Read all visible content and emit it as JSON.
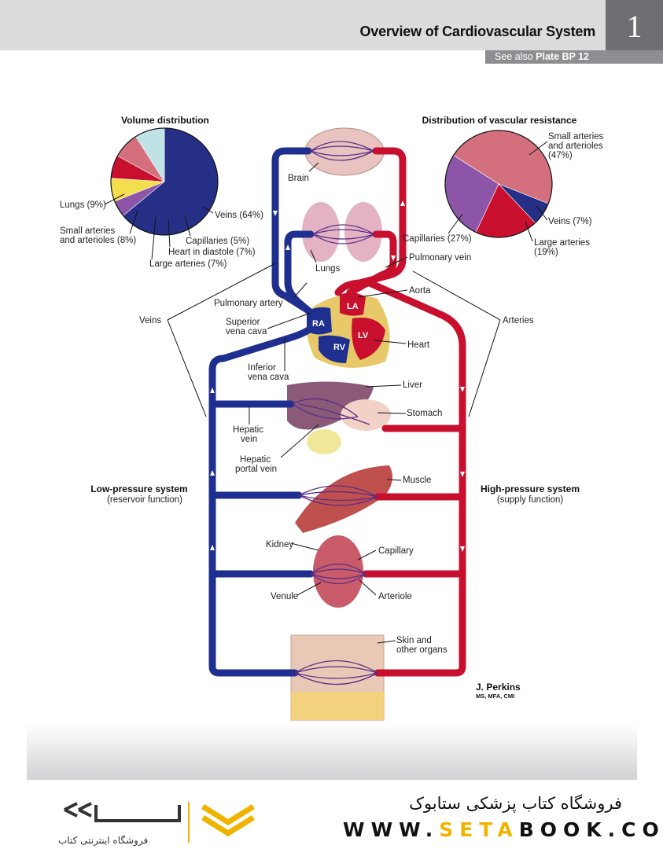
{
  "header": {
    "title": "Overview of Cardiovascular System",
    "plate_number": "1",
    "see_also_prefix": "See also",
    "see_also_plate": "Plate BP 12"
  },
  "colors": {
    "artery_red": "#c8102e",
    "vein_blue": "#1f2f8f",
    "logo_gold": "#f0b400"
  },
  "volume_chart": {
    "title": "Volume distribution",
    "labels": {
      "lungs": "Lungs (9%)",
      "small_arteries_1": "Small arteries",
      "small_arteries_2": "and arterioles (8%)",
      "veins": "Veins (64%)",
      "capillaries": "Capillaries (5%)",
      "heart": "Heart in diastole (7%)",
      "large_arteries": "Large arteries (7%)"
    }
  },
  "resistance_chart": {
    "title": "Distribution of vascular resistance",
    "labels": {
      "small_1": "Small arteries",
      "small_2": "and arterioles",
      "small_3": "(47%)",
      "veins": "Veins (7%)",
      "large_1": "Large arteries",
      "large_2": "(19%)",
      "capillaries": "Capillaries (27%)"
    }
  },
  "chart_data": [
    {
      "type": "pie",
      "title": "Volume distribution",
      "slices": [
        {
          "label": "Veins",
          "value": 64,
          "color": "#252f86"
        },
        {
          "label": "Capillaries",
          "value": 5,
          "color": "#8c55a8"
        },
        {
          "label": "Heart in diastole",
          "value": 7,
          "color": "#f3df4c"
        },
        {
          "label": "Large arteries",
          "value": 7,
          "color": "#c8102e"
        },
        {
          "label": "Small arteries and arterioles",
          "value": 8,
          "color": "#d4707e"
        },
        {
          "label": "Lungs",
          "value": 9,
          "color": "#bfe3e4"
        }
      ]
    },
    {
      "type": "pie",
      "title": "Distribution of vascular resistance",
      "slices": [
        {
          "label": "Small arteries and arterioles",
          "value": 47,
          "color": "#d4707e"
        },
        {
          "label": "Veins",
          "value": 7,
          "color": "#252f86"
        },
        {
          "label": "Large arteries",
          "value": 19,
          "color": "#c8102e"
        },
        {
          "label": "Capillaries",
          "value": 27,
          "color": "#8c55a8"
        }
      ]
    }
  ],
  "labels": {
    "brain": "Brain",
    "lungs": "Lungs",
    "pulmonary_vein": "Pulmonary vein",
    "aorta": "Aorta",
    "pulmonary_artery": "Pulmonary artery",
    "veins": "Veins",
    "arteries": "Arteries",
    "svc_1": "Superior",
    "svc_2": "vena cava",
    "heart": "Heart",
    "ivc_1": "Inferior",
    "ivc_2": "vena cava",
    "liver": "Liver",
    "stomach": "Stomach",
    "hepatic_vein_1": "Hepatic",
    "hepatic_vein_2": "vein",
    "portal_1": "Hepatic",
    "portal_2": "portal vein",
    "low_pressure": "Low-pressure system",
    "low_pressure_sub": "(reservoir function)",
    "high_pressure": "High-pressure system",
    "high_pressure_sub": "(supply function)",
    "muscle": "Muscle",
    "kidney": "Kidney",
    "capillary": "Capillary",
    "venule": "Venule",
    "arteriole": "Arteriole",
    "skin_1": "Skin and",
    "skin_2": "other organs",
    "ra": "RA",
    "la": "LA",
    "rv": "RV",
    "lv": "LV"
  },
  "signature": {
    "name": "J. Perkins",
    "credentials": "MS, MFA, CMI"
  },
  "footer": {
    "shop_name": "فروشگاه کتاب پزشکی ستابوک",
    "url_prefix": "WWW.",
    "url_accent": "SETA",
    "url_suffix": "BOOK.COM",
    "logo_sub": "فروشگاه اینترنتی کتاب"
  }
}
